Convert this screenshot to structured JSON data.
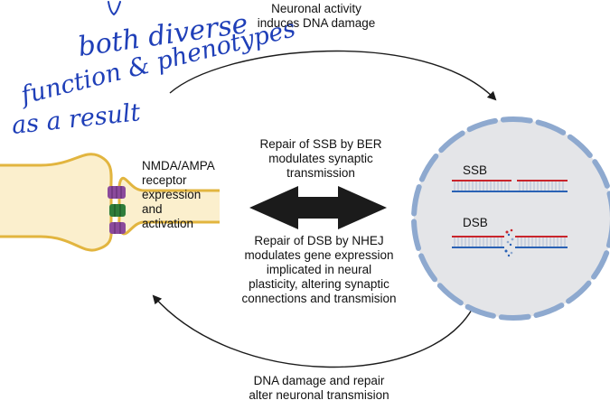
{
  "handwriting": {
    "line1": "both diverse",
    "line2": "function & phenotypes",
    "line3": "as a result",
    "color": "#1f3fb8"
  },
  "labels": {
    "top": "Neuronal activity\ninduces DNA damage",
    "ssb_repair": "Repair of SSB by BER\nmodulates synaptic\ntransmission",
    "dsb_repair": "Repair of DSB by NHEJ\nmodulates gene expression\nimplicated in neural\nplasticity, altering synaptic\nconnections and transmision",
    "bottom": "DNA damage and repair\nalter neuronal transmision",
    "synapse": "NMDA/AMPA\nreceptor\nexpression\nand\nactivation",
    "ssb": "SSB",
    "dsb": "DSB"
  },
  "colors": {
    "synapse_fill": "#fbefcd",
    "synapse_stroke": "#e2b53f",
    "receptor_purple": "#8b4a9c",
    "receptor_green": "#2e7d3a",
    "nucleus_fill": "#e4e5e8",
    "nucleus_rim": "#8ea9cf",
    "dna_red": "#c9252c",
    "dna_blue": "#2a62b5",
    "arrow": "#1b1b1b"
  }
}
